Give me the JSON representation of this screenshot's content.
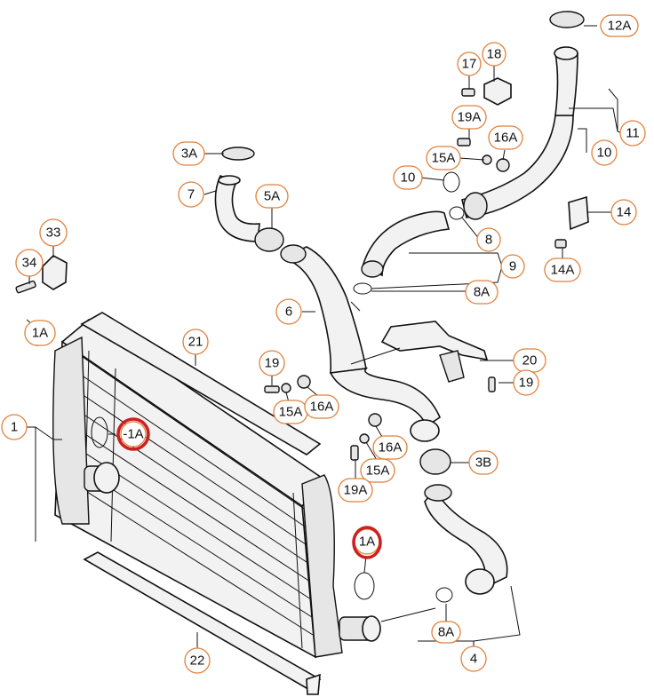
{
  "callouts": {
    "c12A": "12A",
    "c17": "17",
    "c18": "18",
    "c19A_top": "19A",
    "c16A_top": "16A",
    "c15A_top": "15A",
    "c10_left": "10",
    "c11": "11",
    "c10_right": "10",
    "c14": "14",
    "c14A": "14A",
    "c3A": "3A",
    "c7": "7",
    "c5A": "5A",
    "c33": "33",
    "c34": "34",
    "c8_top": "8",
    "c9": "9",
    "c8A_top": "8A",
    "c6": "6",
    "c1A_left": "1A",
    "c21": "21",
    "c19_mid": "19",
    "c20": "20",
    "c19_right": "19",
    "c15A_mid": "15A",
    "c16A_mid": "16A",
    "c1": "1",
    "c1A_circled": "-1A",
    "c16A_low": "16A",
    "c15A_low": "15A",
    "c3B": "3B",
    "c19A_low": "19A",
    "c1A_circled_low": "1A",
    "c8A_low": "8A",
    "c4": "4",
    "c22": "22"
  },
  "colors": {
    "bubble_border": "#e1813c",
    "highlight": "#cc1f1f",
    "line": "#111111"
  }
}
